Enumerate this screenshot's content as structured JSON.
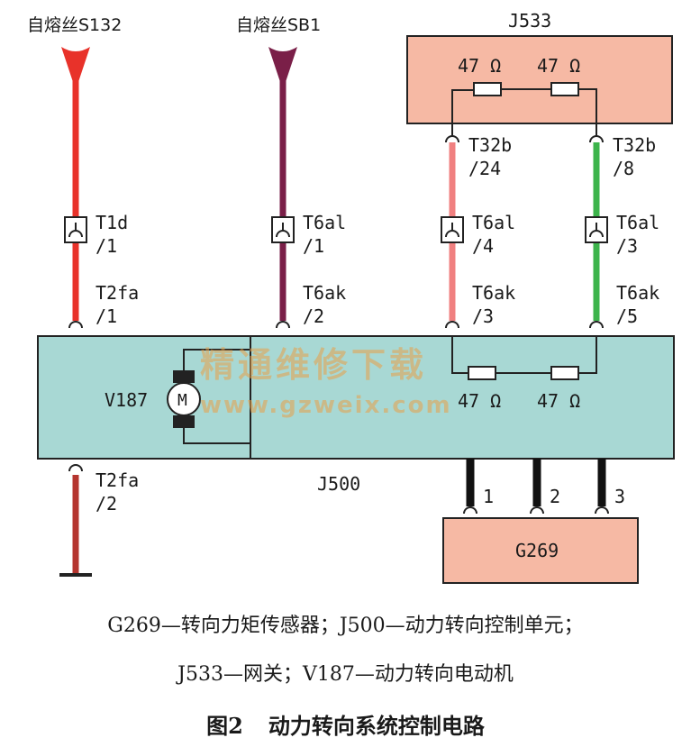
{
  "fuses": {
    "s132": "自熔丝S132",
    "sb1": "自熔丝SB1"
  },
  "modules": {
    "j533": "J533",
    "j500": "J500",
    "g269": "G269",
    "v187": "V187",
    "motor_symbol": "M"
  },
  "resistors": {
    "r1": "47 Ω",
    "r2": "47 Ω",
    "r3": "47 Ω",
    "r4": "47 Ω"
  },
  "connectors": {
    "t1d_name": "T1d",
    "t1d_pin": "/1",
    "t6al1_name": "T6al",
    "t6al1_pin": "/1",
    "t6al4_name": "T6al",
    "t6al4_pin": "/4",
    "t6al3_name": "T6al",
    "t6al3_pin": "/3",
    "t32b24_name": "T32b",
    "t32b24_pin": "/24",
    "t32b8_name": "T32b",
    "t32b8_pin": "/8",
    "t2fa1_name": "T2fa",
    "t2fa1_pin": "/1",
    "t6ak2_name": "T6ak",
    "t6ak2_pin": "/2",
    "t6ak3_name": "T6ak",
    "t6ak3_pin": "/3",
    "t6ak5_name": "T6ak",
    "t6ak5_pin": "/5",
    "t2fa2_name": "T2fa",
    "t2fa2_pin": "/2"
  },
  "g269_pins": [
    "1",
    "2",
    "3"
  ],
  "watermark": {
    "title": "精通维修下载",
    "url": "www.gzweix.com"
  },
  "caption": {
    "line1": "G269—转向力矩传感器；J500—动力转向控制单元；",
    "line2": "J533—网关；V187—动力转向电动机",
    "figure_no": "图2",
    "figure_title": "动力转向系统控制电路"
  },
  "colors": {
    "wire_red": "#e8322a",
    "wire_purple": "#7a1f48",
    "wire_pink": "#f08080",
    "wire_green": "#3cb44b",
    "wire_ground": "#b5352f",
    "box_salmon": "#f6b9a4",
    "box_teal": "#a8d8d4"
  }
}
